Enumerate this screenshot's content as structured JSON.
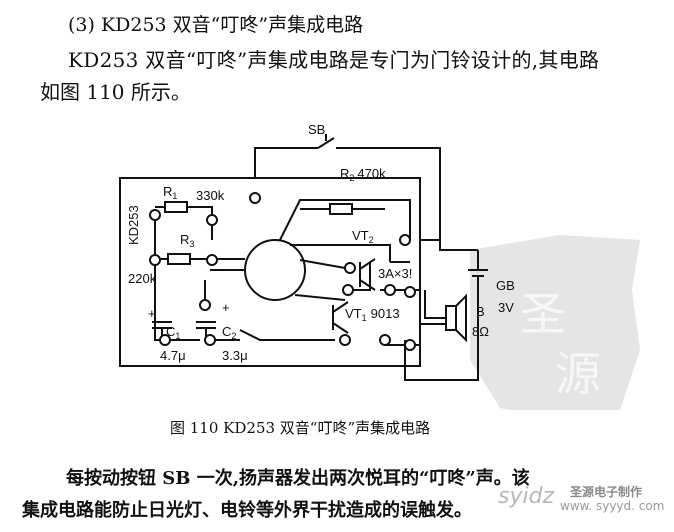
{
  "heading": "(3) KD253 双音“叮咚”声集成电路",
  "intro": {
    "line1": "KD253 双音“叮咚”声集成电路是专门为门铃设计的,其电路",
    "line2": "如图 110 所示。"
  },
  "figure": {
    "caption": "图 110    KD253 双音“叮咚”声集成电路",
    "labels": {
      "switch": "SB",
      "r2": "R",
      "r2_sub": "2",
      "r2_value": "470k",
      "r1": "R",
      "r1_sub": "1",
      "r1_value": "330k",
      "r3": "R",
      "r3_sub": "3",
      "r3_value": "220k",
      "ic": "KD253",
      "vt2": "VT",
      "vt2_sub": "2",
      "vt1": "VT",
      "vt1_sub": "1",
      "vt1_type": "9013",
      "current": "3A×3!",
      "battery": "GB",
      "battery_value": "3V",
      "speaker": "B",
      "speaker_value": "8Ω",
      "c1": "C",
      "c1_sub": "1",
      "c1_value": "4.7μ",
      "c2": "C",
      "c2_sub": "2",
      "c2_value": "3.3μ",
      "plus1": "+",
      "plus2": "+"
    }
  },
  "body": {
    "line1": "每按动按钮 SB 一次,扬声器发出两次悦耳的“叮咚”声。该",
    "line2": "集成电路能防止日光灯、电铃等外界干扰造成的误触发。"
  },
  "watermark": {
    "logo": "syidz",
    "name": "圣源电子制作",
    "url": "www. syyyd. com"
  },
  "colors": {
    "ink": "#111111",
    "watermark": "#c8c8c8"
  }
}
